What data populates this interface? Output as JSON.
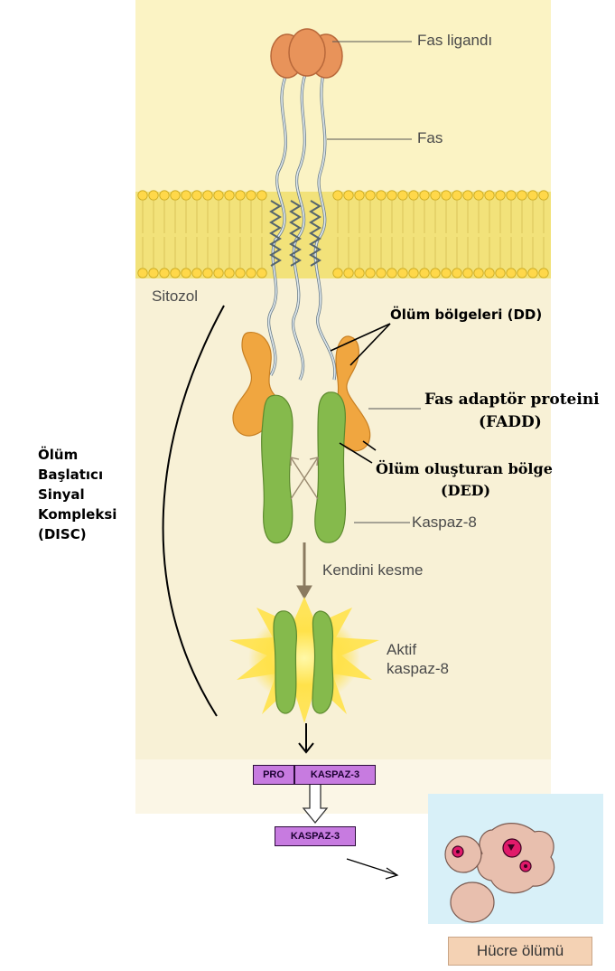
{
  "labels": {
    "fas_ligand": "Fas ligandı",
    "fas": "Fas",
    "cytosol": "Sitozol",
    "death_domains": "Ölüm bölgeleri (DD)",
    "fadd_line1": "Fas adaptör proteini",
    "fadd_line2": "(FADD)",
    "ded_line1": "Ölüm oluşturan bölge",
    "ded_line2": "(DED)",
    "caspase8": "Kaspaz-8",
    "self_cleavage": "Kendini kesme",
    "active_line1": "Aktif",
    "active_line2": "kaspaz-8",
    "disc": [
      "Ölüm",
      "Başlatıcı",
      "Sinyal",
      "Kompleksi",
      "(DISC)"
    ],
    "pro": "PRO",
    "caspase3_pro": "KASPAZ-3",
    "caspase3": "KASPAZ-3",
    "cell_death": "Hücre ölümü"
  },
  "colors": {
    "background_panel": "#f8f1d6",
    "membrane": "#f2e27a",
    "head_group": "#ffd84a",
    "ligand": "#e8935a",
    "fadd": "#f0a640",
    "caspase8": "#85ba4c",
    "glow": "#fff06a",
    "caspase3_box": "#c77be0",
    "cell_panel": "#d8f0f8",
    "cell": "#e8bfae"
  }
}
